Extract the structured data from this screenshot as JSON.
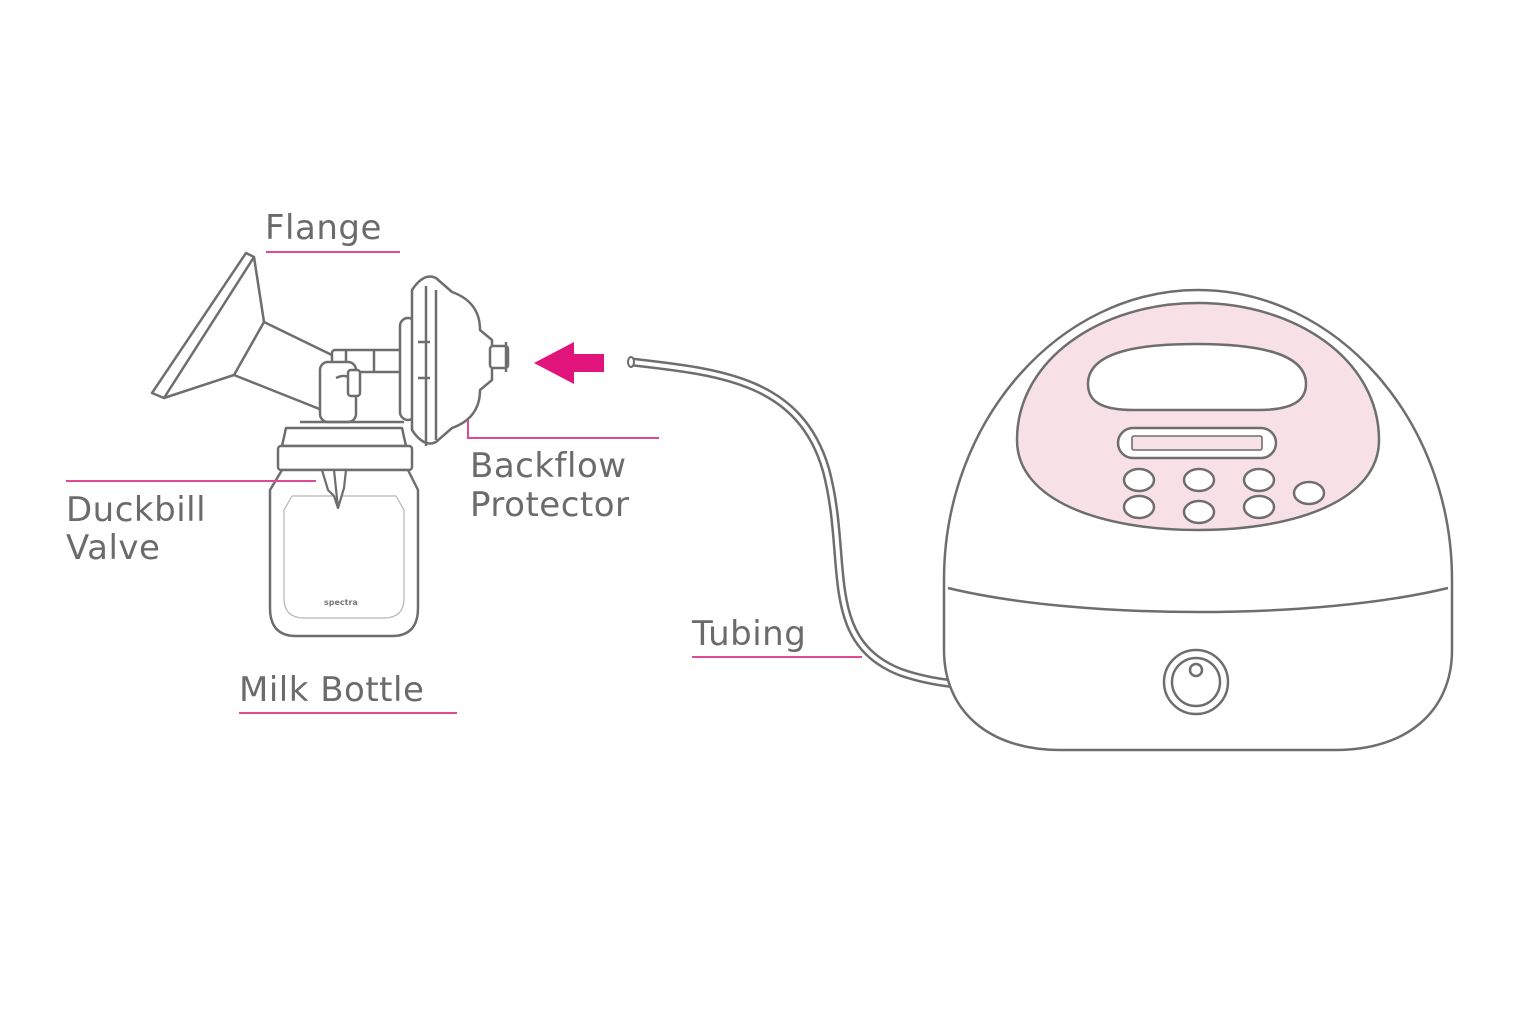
{
  "labels": {
    "flange": "Flange",
    "backflow_line1": "Backflow",
    "backflow_line2": "Protector",
    "duckbill_line1": "Duckbill",
    "duckbill_line2": "Valve",
    "milk_bottle": "Milk Bottle",
    "tubing": "Tubing",
    "bottle_brand": "spectra"
  },
  "colors": {
    "outline": "#6e6e6e",
    "accent": "#e0147a",
    "leader_line": "#e04a93",
    "panel_fill": "#f8e0e7",
    "label_text": "#6b6b6b"
  },
  "icons": {
    "arrow_to_backflow": "arrow-left",
    "arrow_to_pump": "arrow-right"
  }
}
